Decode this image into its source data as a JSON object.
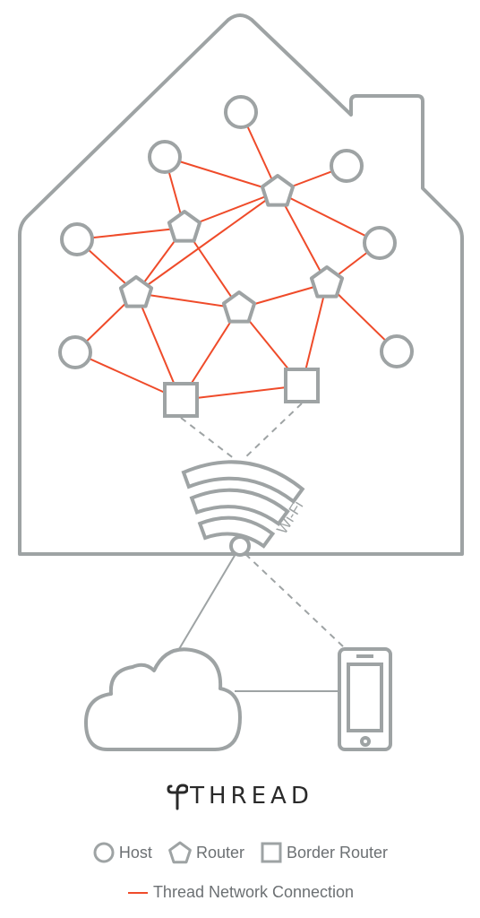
{
  "colors": {
    "outline": "#9ea3a4",
    "connection": "#ef4b2a",
    "logo": "#2a2a2a",
    "text": "#6c7073"
  },
  "diagram": {
    "wifi_label": "Wi-Fi",
    "node_counts": {
      "hosts": 7,
      "routers": 5,
      "border_routers": 2
    }
  },
  "logo": {
    "text": "THREAD",
    "icon": "thread-logo-icon"
  },
  "legend": {
    "host": "Host",
    "router": "Router",
    "border_router": "Border Router",
    "connection": "Thread Network Connection"
  }
}
